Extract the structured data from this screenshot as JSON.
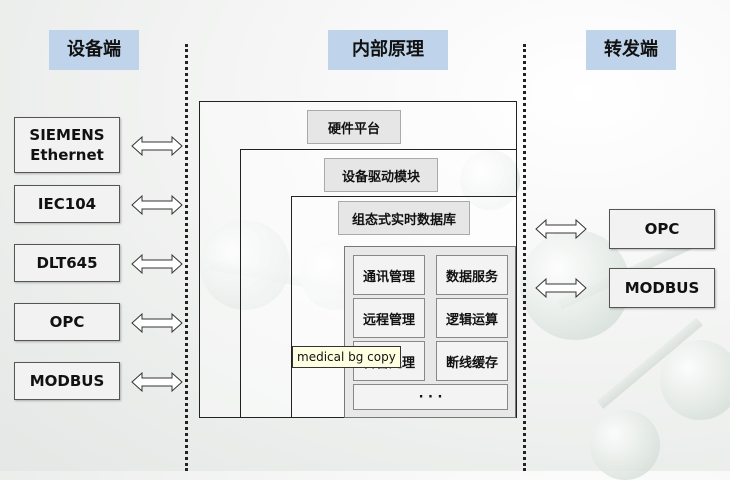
{
  "headers": {
    "device_side": "设备端",
    "internal": "内部原理",
    "forward_side": "转发端"
  },
  "device_protocols": [
    "SIEMENS\nEthernet",
    "IEC104",
    "DLT645",
    "OPC",
    "MODBUS"
  ],
  "forward_protocols": [
    "OPC",
    "MODBUS"
  ],
  "layers": {
    "hardware": "硬件平台",
    "driver": "设备驱动模块",
    "database": "组态式实时数据库"
  },
  "modules": [
    "通讯管理",
    "数据服务",
    "远程管理",
    "逻辑运算",
    "告警处理",
    "断线缓存"
  ],
  "more": "· · ·",
  "tooltip": "medical bg copy"
}
